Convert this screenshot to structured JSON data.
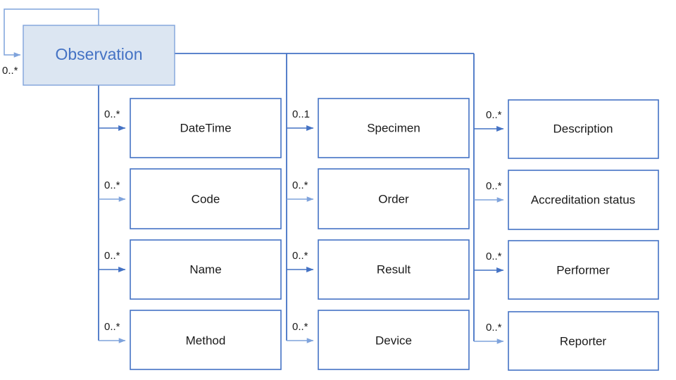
{
  "diagram": {
    "type": "entity-relationship",
    "root": {
      "label": "Observation",
      "fill_color": "#dce6f2",
      "text_color": "#4472c4",
      "border_color": "#7fa3dc"
    },
    "self_relation": {
      "multiplicity": "0..*"
    },
    "accent_color": "#4472c4",
    "columns": [
      {
        "name": "column-1",
        "nodes": [
          {
            "label": "DateTime",
            "multiplicity": "0..*"
          },
          {
            "label": "Code",
            "multiplicity": "0..*"
          },
          {
            "label": "Name",
            "multiplicity": "0..*"
          },
          {
            "label": "Method",
            "multiplicity": "0..*"
          }
        ]
      },
      {
        "name": "column-2",
        "nodes": [
          {
            "label": "Specimen",
            "multiplicity": "0..1"
          },
          {
            "label": "Order",
            "multiplicity": "0..*"
          },
          {
            "label": "Result",
            "multiplicity": "0..*"
          },
          {
            "label": "Device",
            "multiplicity": "0..*"
          }
        ]
      },
      {
        "name": "column-3",
        "nodes": [
          {
            "label": "Description",
            "multiplicity": "0..*"
          },
          {
            "label": "Accreditation status",
            "multiplicity": "0..*"
          },
          {
            "label": "Performer",
            "multiplicity": "0..*"
          },
          {
            "label": "Reporter",
            "multiplicity": "0..*"
          }
        ]
      }
    ]
  }
}
